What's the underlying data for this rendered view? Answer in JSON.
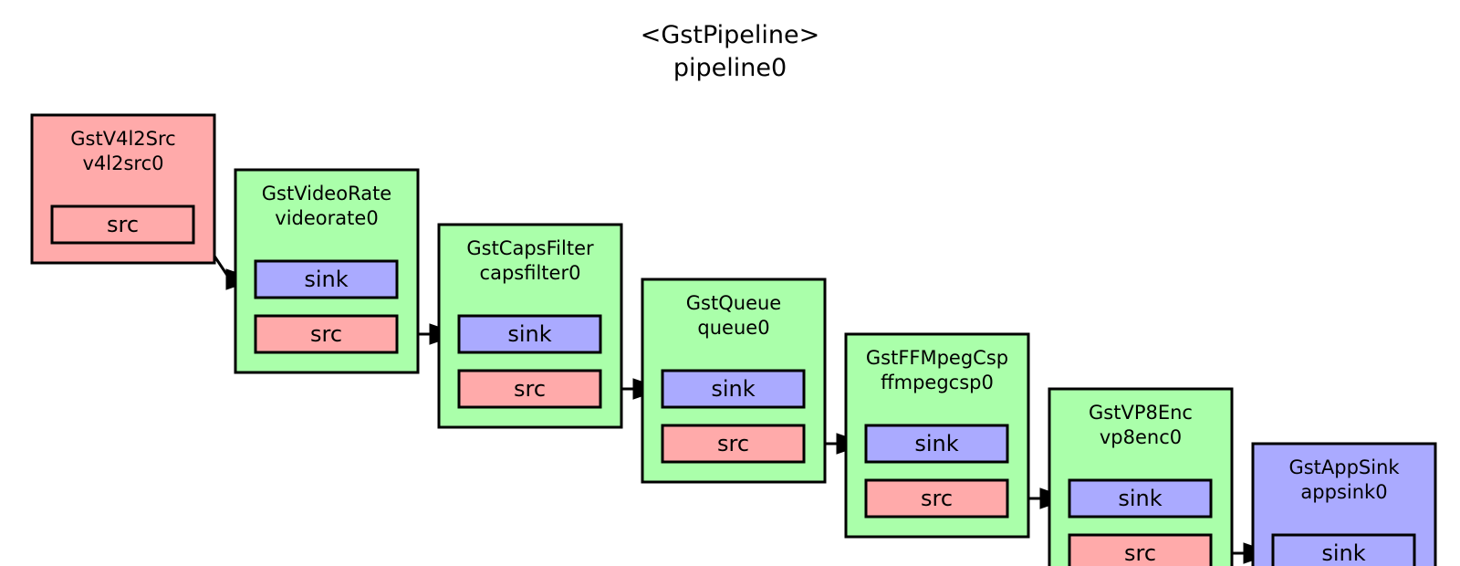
{
  "pipeline": {
    "type_name": "<GstPipeline>",
    "instance_name": "pipeline0"
  },
  "colors": {
    "source_element": "#ffaaaa",
    "element": "#aaffaa",
    "sink_element": "#aaaaff",
    "src_pad": "#ffaaaa",
    "sink_pad": "#aaaaff",
    "stroke": "#000000"
  },
  "elements": [
    {
      "id": "v4l2src0",
      "type_name": "GstV4l2Src",
      "instance_name": "v4l2src0",
      "role": "source",
      "pads": [
        {
          "kind": "src",
          "label": "src"
        }
      ]
    },
    {
      "id": "videorate0",
      "type_name": "GstVideoRate",
      "instance_name": "videorate0",
      "role": "filter",
      "pads": [
        {
          "kind": "sink",
          "label": "sink"
        },
        {
          "kind": "src",
          "label": "src"
        }
      ]
    },
    {
      "id": "capsfilter0",
      "type_name": "GstCapsFilter",
      "instance_name": "capsfilter0",
      "role": "filter",
      "pads": [
        {
          "kind": "sink",
          "label": "sink"
        },
        {
          "kind": "src",
          "label": "src"
        }
      ]
    },
    {
      "id": "queue0",
      "type_name": "GstQueue",
      "instance_name": "queue0",
      "role": "filter",
      "pads": [
        {
          "kind": "sink",
          "label": "sink"
        },
        {
          "kind": "src",
          "label": "src"
        }
      ]
    },
    {
      "id": "ffmpegcsp0",
      "type_name": "GstFFMpegCsp",
      "instance_name": "ffmpegcsp0",
      "role": "filter",
      "pads": [
        {
          "kind": "sink",
          "label": "sink"
        },
        {
          "kind": "src",
          "label": "src"
        }
      ]
    },
    {
      "id": "vp8enc0",
      "type_name": "GstVP8Enc",
      "instance_name": "vp8enc0",
      "role": "filter",
      "pads": [
        {
          "kind": "sink",
          "label": "sink"
        },
        {
          "kind": "src",
          "label": "src"
        }
      ]
    },
    {
      "id": "appsink0",
      "type_name": "GstAppSink",
      "instance_name": "appsink0",
      "role": "sink",
      "pads": [
        {
          "kind": "sink",
          "label": "sink"
        }
      ]
    }
  ],
  "links": [
    {
      "from": "v4l2src0",
      "to": "videorate0"
    },
    {
      "from": "videorate0",
      "to": "capsfilter0"
    },
    {
      "from": "capsfilter0",
      "to": "queue0"
    },
    {
      "from": "queue0",
      "to": "ffmpegcsp0"
    },
    {
      "from": "ffmpegcsp0",
      "to": "vp8enc0"
    },
    {
      "from": "vp8enc0",
      "to": "appsink0"
    }
  ]
}
